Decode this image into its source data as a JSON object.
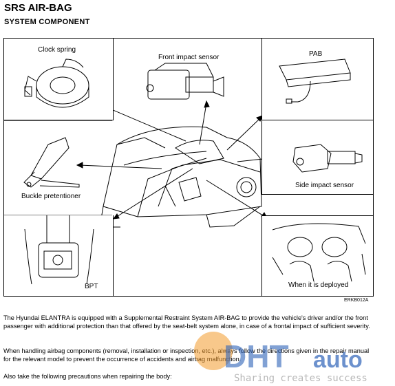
{
  "header": {
    "title": "SRS AIR-BAG",
    "subtitle": "SYSTEM COMPONENT"
  },
  "figure": {
    "labels": {
      "clock_spring": "Clock spring",
      "front_impact_sensor": "Front impact sensor",
      "pab": "PAB",
      "side_impact_sensor": "Side impact sensor",
      "buckle_pretensioner": "Buckle pretentioner",
      "bpt": "BPT",
      "deployed": "When it is deployed"
    },
    "code": "ERKB012A"
  },
  "body": {
    "para1": "The Hyundai ELANTRA is equipped with a Supplemental Restraint System AIR-BAG to provide the vehicle's driver and/or the front passenger with additional protection than that offered by the seat-belt system alone, in case of a frontal impact of sufficient severity.",
    "para2": "When handling airbag components (removal, installation or inspection, etc.), always follow the directions given in the repair manual for the relevant model to prevent the occurrence of accidents and airbag malfunction.",
    "para3": "Also take the following precautions when repairing the body:"
  },
  "watermark": {
    "brand": "DHT auto",
    "slogan": "Sharing creates success",
    "colors": {
      "orange": "#f39a2b",
      "blue": "#2f63b8",
      "gray": "#9a9a9a"
    }
  }
}
